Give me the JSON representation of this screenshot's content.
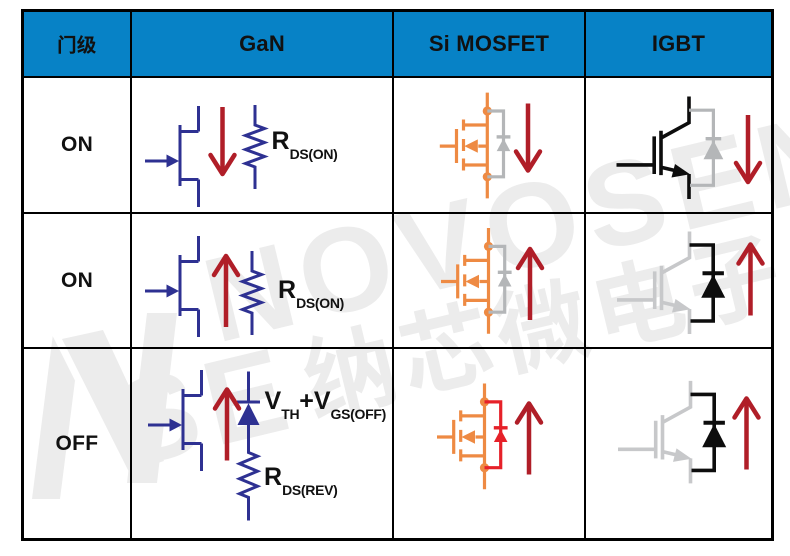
{
  "table": {
    "header": [
      "门级",
      "GaN",
      "Si MOSFET",
      "IGBT"
    ],
    "rows": [
      {
        "state": "ON",
        "current_direction": "down"
      },
      {
        "state": "ON",
        "current_direction": "up"
      },
      {
        "state": "OFF",
        "current_direction": "up"
      }
    ]
  },
  "labels": {
    "rdson": {
      "main": "R",
      "sub": "DS(ON)"
    },
    "vth": {
      "main": "V",
      "sub": "TH"
    },
    "vgsoff": {
      "main": "+V",
      "sub": "GS(OFF)"
    },
    "rdsrev": {
      "main": "R",
      "sub": "DS(REV)"
    }
  },
  "watermark": {
    "brand": "NOVOSENSE",
    "brand_partial": "SE",
    "brand_cn": "纳芯微电子",
    "logo": "N"
  },
  "colors": {
    "blue": "#0782c6",
    "navy": "#2e3192",
    "red": "#b01e28",
    "orange": "#ee8a43",
    "brightred": "#e62129",
    "gray": "#b4b6b8",
    "lightgray": "#c7c8ca",
    "ink": "#111111",
    "border": "#000000",
    "wm": "#ececec"
  }
}
